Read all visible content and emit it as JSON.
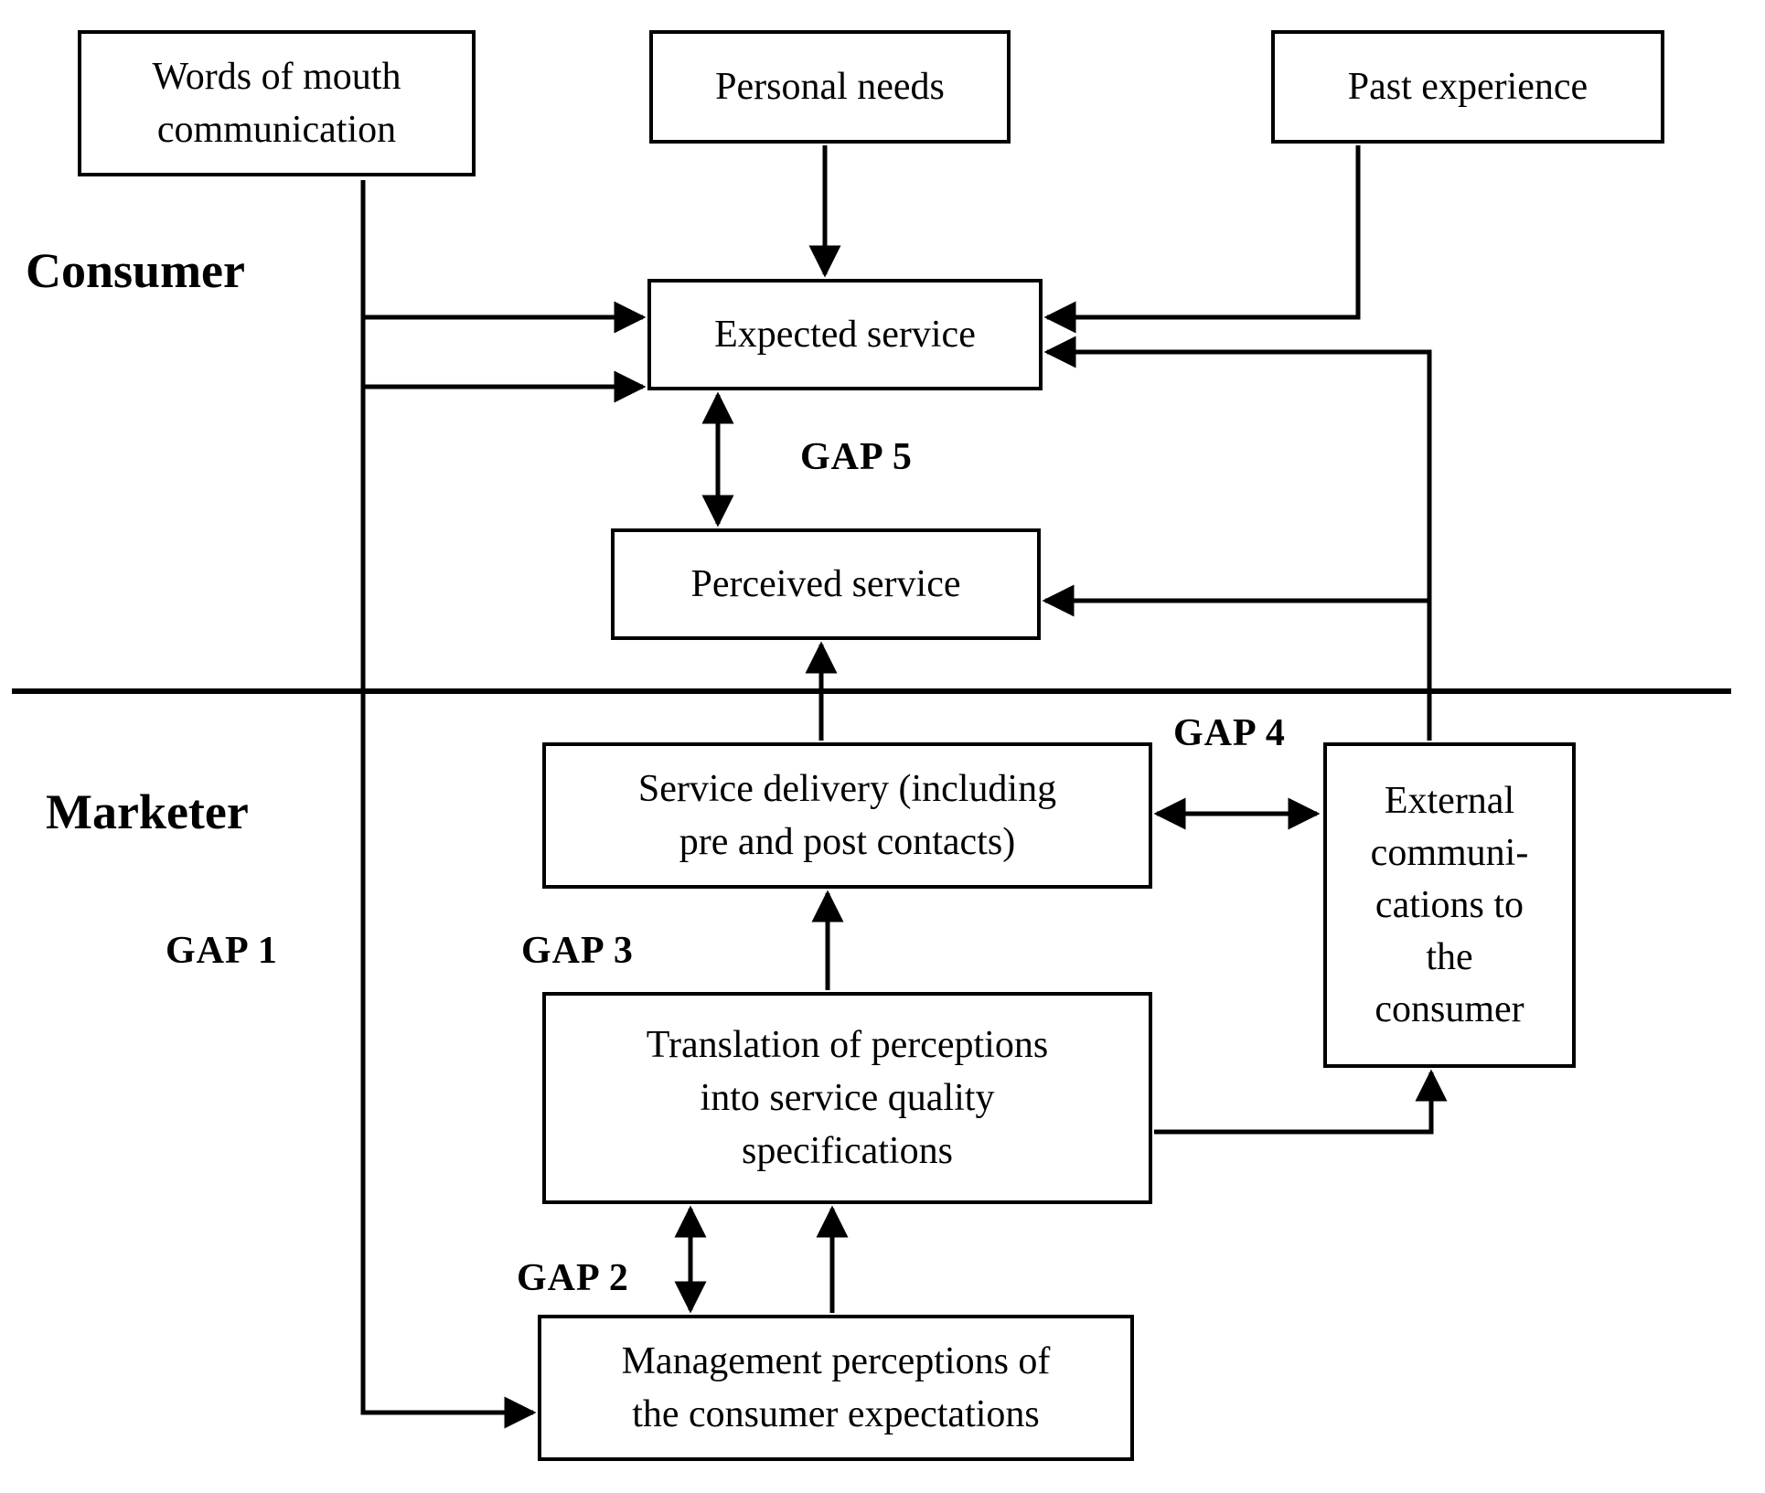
{
  "diagram": {
    "consumer_section_label": "Consumer",
    "marketer_section_label": "Marketer",
    "boxes": {
      "words_of_mouth": {
        "lines": [
          "Words of mouth",
          "communication"
        ]
      },
      "personal_needs": {
        "lines": [
          "Personal needs"
        ]
      },
      "past_experience": {
        "lines": [
          "Past experience"
        ]
      },
      "expected_service": {
        "lines": [
          "Expected service"
        ]
      },
      "perceived_service": {
        "lines": [
          "Perceived service"
        ]
      },
      "service_delivery": {
        "lines": [
          "Service delivery (including",
          "pre and post contacts)"
        ]
      },
      "external_communications": {
        "lines": [
          "External",
          "communi-",
          "cations to",
          "the",
          "consumer"
        ]
      },
      "translation": {
        "lines": [
          "Translation of perceptions",
          "into service quality",
          "specifications"
        ]
      },
      "management_perceptions": {
        "lines": [
          "Management perceptions of",
          "the consumer expectations"
        ]
      }
    },
    "gap_labels": {
      "gap1": "GAP 1",
      "gap2": "GAP 2",
      "gap3": "GAP 3",
      "gap4": "GAP 4",
      "gap5": "GAP 5"
    },
    "colors": {
      "ink": "#000000",
      "background": "#ffffff"
    }
  }
}
